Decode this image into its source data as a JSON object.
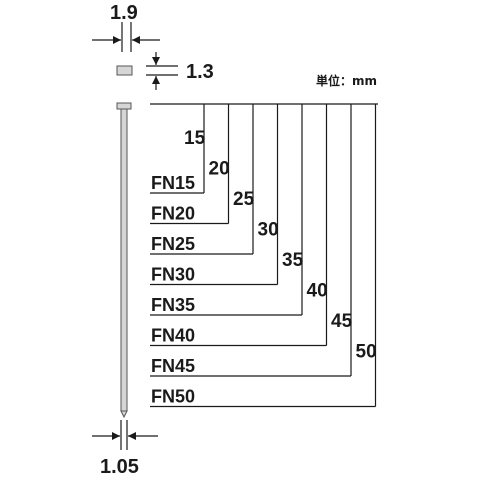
{
  "dimensions": {
    "head_width": "1.9",
    "head_thickness": "1.3",
    "shank_width": "1.05"
  },
  "unit_label": "単位：mm",
  "models": [
    {
      "name": "FN15",
      "length": "15"
    },
    {
      "name": "FN20",
      "length": "20"
    },
    {
      "name": "FN25",
      "length": "25"
    },
    {
      "name": "FN30",
      "length": "30"
    },
    {
      "name": "FN35",
      "length": "35"
    },
    {
      "name": "FN40",
      "length": "40"
    },
    {
      "name": "FN45",
      "length": "45"
    },
    {
      "name": "FN50",
      "length": "50"
    }
  ],
  "colors": {
    "line": "#1a1a1a",
    "nail_fill": "#d6d6d6",
    "nail_stroke": "#555555"
  }
}
